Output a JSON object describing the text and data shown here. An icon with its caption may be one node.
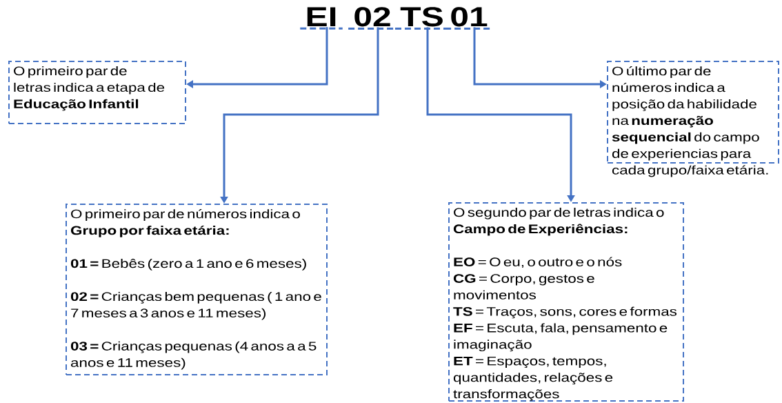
{
  "diagram": {
    "nodes": [
      {
        "text": [
          "EI"
        ]
      },
      {
        "text": [
          "02"
        ]
      },
      {
        "text": [
          "TS"
        ]
      },
      {
        "text": [
          "01"
        ]
      },
      {
        "text": [
          "O primeiro par de letras indica a etapa de **Educação Infantil**"
        ]
      },
      {
        "text": [
          "O último par de números indica a posição da habilidade na **numeração sequencial** do campo de experiencias para cada grupo/faixa etária."
        ]
      },
      {
        "text": [
          "O primeiro par de números indica o **Grupo por faixa etária:**",
          "**01 =** Bebês (zero a 1 ano e 6 meses)",
          "**02 =** Crianças bem pequenas ( 1 ano e 7 meses a 3 anos e 11 meses)",
          "**03 =** Crianças pequenas (4 anos a a 5 anos e 11 meses)"
        ]
      },
      {
        "text": [
          "O segundo par de letras indica o **Campo de Experiências:**",
          "**EO** = O eu, o outro e o nós",
          "**CG** = Corpo, gestos e movimentos",
          "**TS** = Traços, sons, cores e formas",
          "**EF** = Escuta, fala, pensamento e imaginação",
          "**ET** = Espaços, tempos, quantidades, relações e transformações"
        ]
      }
    ],
    "edges": [
      {
        "from": 0,
        "to": 4,
        "arrow": "to"
      },
      {
        "from": 1,
        "to": 6,
        "arrow": "to"
      },
      {
        "from": 2,
        "to": 7,
        "arrow": "to"
      },
      {
        "from": 3,
        "to": 5,
        "arrow": "to"
      }
    ]
  }
}
